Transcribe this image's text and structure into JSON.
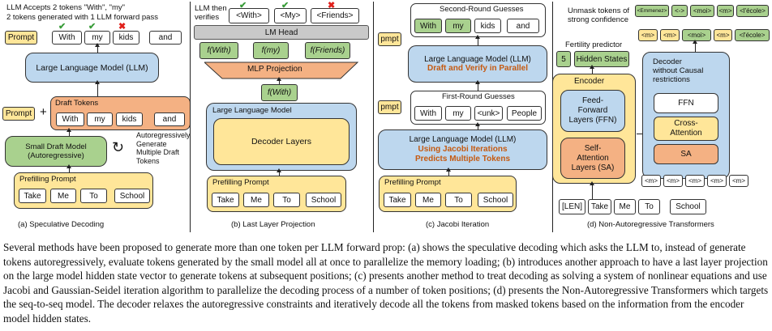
{
  "panel_a": {
    "header_line1": "LLM Accepts 2 tokens \"With\", \"my\"",
    "header_line2": "2 tokens generated with 1 LLM forward pass",
    "prompt_label": "Prompt",
    "top_tokens": [
      "With",
      "my",
      "kids",
      "and"
    ],
    "llm_label": "Large Language Model (LLM)",
    "prompt_label2": "Prompt",
    "plus": "+",
    "draft_tokens_title": "Draft Tokens",
    "draft_tokens": [
      "With",
      "my",
      "kids",
      "and"
    ],
    "small_model_line1": "Small Draft Model",
    "small_model_line2": "(Autoregressive)",
    "auto_text": [
      "Autoregressively",
      "Generate",
      "Multiple Draft",
      "Tokens"
    ],
    "prefill_title": "Prefilling Prompt",
    "prefill_tokens": [
      "Take",
      "Me",
      "To",
      "School"
    ],
    "caption": "(a) Speculative Decoding"
  },
  "panel_b": {
    "verify_line1": "LLM then",
    "verify_line2": "verifies",
    "verify_tokens": [
      "<With>",
      "<My>",
      "<Friends>"
    ],
    "lm_head": "LM Head",
    "f_tokens": [
      "f(With)",
      "f(my)",
      "f(Friends)"
    ],
    "mlp": "MLP Projection",
    "f_with": "f(With)",
    "llm_title": "Large Language Model",
    "decoder_layers": "Decoder Layers",
    "prefill_title": "Prefilling Prompt",
    "prefill_tokens": [
      "Take",
      "Me",
      "To",
      "School"
    ],
    "caption": "(b) Last Layer Projection"
  },
  "panel_c": {
    "second_round": "Second-Round Guesses",
    "second_tokens": [
      "With",
      "my",
      "kids",
      "and"
    ],
    "pmpt": "pmpt",
    "llm_line1": "Large Language Model (LLM)",
    "llm_line2": "Draft and Verify in Parallel",
    "pmpt2": "pmpt",
    "first_round": "First-Round Guesses",
    "first_tokens": [
      "With",
      "my",
      "<unk>",
      "People"
    ],
    "llm2_line1": "Large Language Model (LLM)",
    "llm2_line2": "Using Jacobi Iterations",
    "llm2_line3": "Predicts Multiple Tokens",
    "prefill_title": "Prefilling Prompt",
    "prefill_tokens": [
      "Take",
      "Me",
      "To",
      "School"
    ],
    "caption": "(c) Jacobi Iteration"
  },
  "panel_d": {
    "unmask_line1": "Unmask tokens of",
    "unmask_line2": "strong confidence",
    "top_tokens": [
      "<Emmenez>",
      "<->",
      "<moi>",
      "<m>",
      "<l'école>"
    ],
    "second_tokens": [
      "<m>",
      "<m>",
      "<moi>",
      "<m>",
      "<l'école>"
    ],
    "fertility": "Fertility predictor",
    "five": "5",
    "hidden_states": "Hidden States",
    "encoder": "Encoder",
    "ffn_enc": [
      "Feed-",
      "Forward",
      "Layers (FFN)"
    ],
    "sa_enc": [
      "Self-",
      "Attention",
      "Layers (SA)"
    ],
    "decoder_line1": "Decoder",
    "decoder_line2": "without Causal",
    "decoder_line3": "restrictions",
    "ffn": "FFN",
    "cross_attention": [
      "Cross-",
      "Attention"
    ],
    "sa": "SA",
    "mask_tokens": [
      "<m>",
      "<m>",
      "<m>",
      "<m>",
      "<m>"
    ],
    "input_tokens": [
      "[LEN]",
      "Take",
      "Me",
      "To",
      "School"
    ],
    "caption": "(d) Non-Autoregressive Transformers"
  },
  "paragraph": "Several methods have been proposed to generate more than one token per LLM forward prop: (a) shows the speculative decoding which asks the LLM to, instead of generate tokens autoregressively, evaluate tokens generated by the small model all at once to parallelize the memory loading; (b) introduces another approach to have a last layer projection on the large model hidden state vector to generate tokens at subsequent positions; (c) presents another method to treat decoding as solving a system of nonlinear equations and use Jacobi and  Gaussian-Seidel iteration algorithm to parallelize the decoding process of a number of token positions; (d) presents the Non-Autoregressive Transformers which targets the seq-to-seq model. The decoder relaxes the autoregressive constraints and iteratively decode all the tokens from masked tokens based on the information from the encoder model hidden states.",
  "colors": {
    "blue": "#bdd7ee",
    "yellow": "#ffe699",
    "orange": "#f4b183",
    "green": "#a9d18e",
    "accent_text": "#c55a11"
  }
}
